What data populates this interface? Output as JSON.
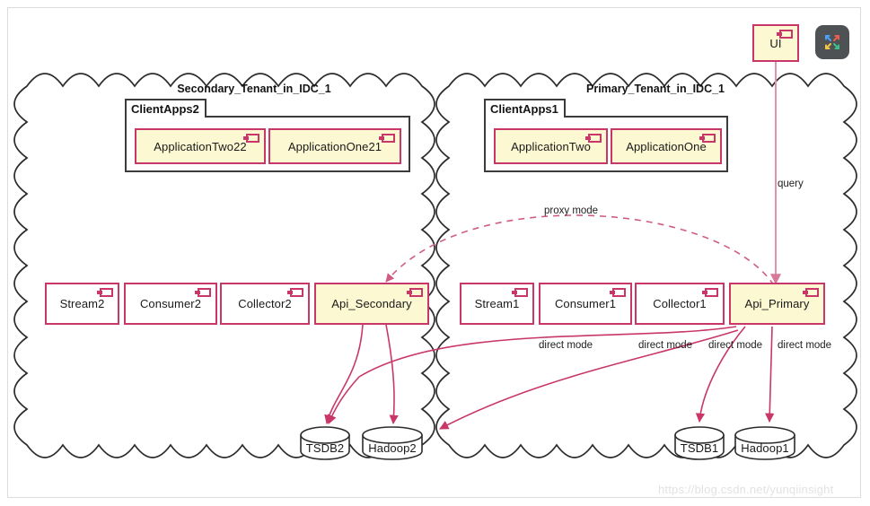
{
  "page": {
    "watermark": "https://blog.csdn.net/yunqiinsight",
    "colors": {
      "component_border": "#c9376a",
      "component_fill_yellow": "#fbf8d2",
      "component_fill_white": "#ffffff",
      "package_border": "#3b3b3b",
      "cloud_border": "#2b2b2b",
      "edge_solid": "#c9376a",
      "edge_query": "#e48fae",
      "edge_dashed": "#d05c86",
      "db_border": "#2b2b2b",
      "fullscreen_button_bg": "#4f5254",
      "page_frame": "#dcdcdc"
    }
  },
  "toolbar": {
    "fullscreen_icon": "collapse-arrows-icon"
  },
  "ui_node": {
    "label": "UI",
    "icon": "uml-component-icon"
  },
  "clouds": [
    {
      "name": "secondary",
      "title": "Secondary_Tenant_in_IDC_1"
    },
    {
      "name": "primary",
      "title": "Primary_Tenant_in_IDC_1"
    }
  ],
  "packages": [
    {
      "name": "clientapps2",
      "title": "ClientApps2",
      "components": [
        {
          "label": "ApplicationTwo22",
          "fill": "yellow",
          "icon": "uml-component-icon"
        },
        {
          "label": "ApplicationOne21",
          "fill": "yellow",
          "icon": "uml-component-icon"
        }
      ]
    },
    {
      "name": "clientapps1",
      "title": "ClientApps1",
      "components": [
        {
          "label": "ApplicationTwo",
          "fill": "yellow",
          "icon": "uml-component-icon"
        },
        {
          "label": "ApplicationOne",
          "fill": "yellow",
          "icon": "uml-component-icon"
        }
      ]
    }
  ],
  "secondary_row": [
    {
      "label": "Stream2",
      "fill": "white",
      "icon": "uml-component-icon"
    },
    {
      "label": "Consumer2",
      "fill": "white",
      "icon": "uml-component-icon"
    },
    {
      "label": "Collector2",
      "fill": "white",
      "icon": "uml-component-icon"
    },
    {
      "label": "Api_Secondary",
      "fill": "yellow",
      "icon": "uml-component-icon"
    }
  ],
  "primary_row": [
    {
      "label": "Stream1",
      "fill": "white",
      "icon": "uml-component-icon"
    },
    {
      "label": "Consumer1",
      "fill": "white",
      "icon": "uml-component-icon"
    },
    {
      "label": "Collector1",
      "fill": "white",
      "icon": "uml-component-icon"
    },
    {
      "label": "Api_Primary",
      "fill": "yellow",
      "icon": "uml-component-icon"
    }
  ],
  "databases": [
    {
      "name": "tsdb2",
      "label": "TSDB2",
      "icon": "database-cylinder-icon"
    },
    {
      "name": "hadoop2",
      "label": "Hadoop2",
      "icon": "database-cylinder-icon"
    },
    {
      "name": "tsdb1",
      "label": "TSDB1",
      "icon": "database-cylinder-icon"
    },
    {
      "name": "hadoop1",
      "label": "Hadoop1",
      "icon": "database-cylinder-icon"
    }
  ],
  "edge_labels": {
    "query": "query",
    "proxy_mode": "proxy mode",
    "direct_mode_1": "direct mode",
    "direct_mode_2": "direct mode",
    "direct_mode_3": "direct mode",
    "direct_mode_4": "direct mode"
  }
}
